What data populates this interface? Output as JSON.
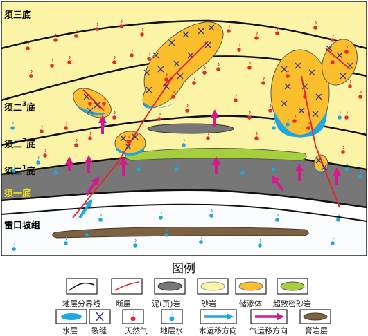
{
  "layers": [
    {
      "label": "须三底",
      "color": "#000000"
    },
    {
      "label": "须二",
      "sup": "3",
      "suffix": "底",
      "color": "#000000"
    },
    {
      "label": "须二",
      "sup": "2",
      "suffix": "底",
      "color": "#000000"
    },
    {
      "label": "须二",
      "sup": "1",
      "suffix": "底",
      "color": "#000000"
    },
    {
      "label": "须一底",
      "color": "#f5e21c"
    },
    {
      "label": "雷口坡组",
      "color": "#000000"
    }
  ],
  "legend": {
    "title": "图例",
    "items": [
      {
        "label": "地层分界线",
        "icon": "boundary-line-icon"
      },
      {
        "label": "断层",
        "icon": "fault-line-icon"
      },
      {
        "label": "泥(页)岩",
        "icon": "mudstone-icon"
      },
      {
        "label": "砂岩",
        "icon": "sandstone-icon"
      },
      {
        "label": "储渗体",
        "icon": "reservoir-body-icon"
      },
      {
        "label": "超致密砂岩",
        "icon": "tight-sandstone-icon"
      },
      {
        "label": "水层",
        "icon": "water-layer-icon"
      },
      {
        "label": "裂缝",
        "icon": "fracture-icon"
      },
      {
        "label": "天然气",
        "icon": "natural-gas-icon"
      },
      {
        "label": "地层水",
        "icon": "formation-water-icon"
      },
      {
        "label": "水运移方向",
        "icon": "water-migration-arrow-icon"
      },
      {
        "label": "气运移方向",
        "icon": "gas-migration-arrow-icon"
      },
      {
        "label": "膏岩层",
        "icon": "gypsum-layer-icon"
      }
    ]
  },
  "colors": {
    "sandstone": "#fbf3a6",
    "reservoir": "#fbbf2e",
    "water": "#1ea7e1",
    "mudstone": "#777777",
    "tight_sandstone": "#a6cf3e",
    "gypsum": "#7b6243",
    "gas": "#e8262b",
    "fault": "#e8262b",
    "gas_arrow": "#d6188c",
    "fracture": "#3a3a8c"
  }
}
